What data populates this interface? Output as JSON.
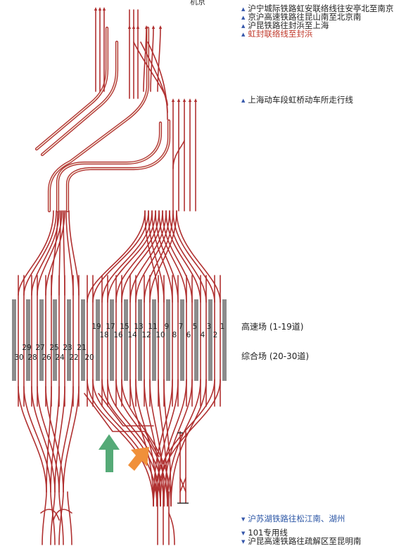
{
  "top_cut_label": "机京",
  "north_notes": [
    {
      "text": "沪宁城际铁路虹安联络线往安亭北至南京",
      "color": "dark"
    },
    {
      "text": "京沪高速铁路往昆山南至北京南",
      "color": "dark"
    },
    {
      "text": "沪昆铁路往封浜至上海",
      "color": "dark"
    },
    {
      "text": "虹封联络线至封浜",
      "color": "red"
    }
  ],
  "depot_note": "上海动车段虹桥动车所走行线",
  "yards": {
    "high_speed": "高速场 (1-19道)",
    "combined": "综合场 (20-30道)"
  },
  "south_notes": [
    "沪苏湖铁路往松江南、湖州",
    "101专用线",
    "沪昆高速铁路往疏解区至昆明南"
  ],
  "track_labels_upper": [
    "29",
    "27",
    "25",
    "23",
    "21",
    "19",
    "17",
    "15",
    "13",
    "11",
    "9",
    "7",
    "5",
    "3",
    "1"
  ],
  "track_labels_lower": [
    "30",
    "28",
    "26",
    "24",
    "22",
    "20",
    "18",
    "16",
    "14",
    "12",
    "10",
    "8",
    "6",
    "4",
    "2"
  ],
  "colors": {
    "track": "#b03030",
    "platform": "#8c8c8c",
    "green_arrow": "#55aa77",
    "orange_arrow": "#f0903a",
    "link": "#2a55a5"
  },
  "arrow_icons": [
    "green-up-arrow",
    "orange-diagonal-arrow"
  ]
}
